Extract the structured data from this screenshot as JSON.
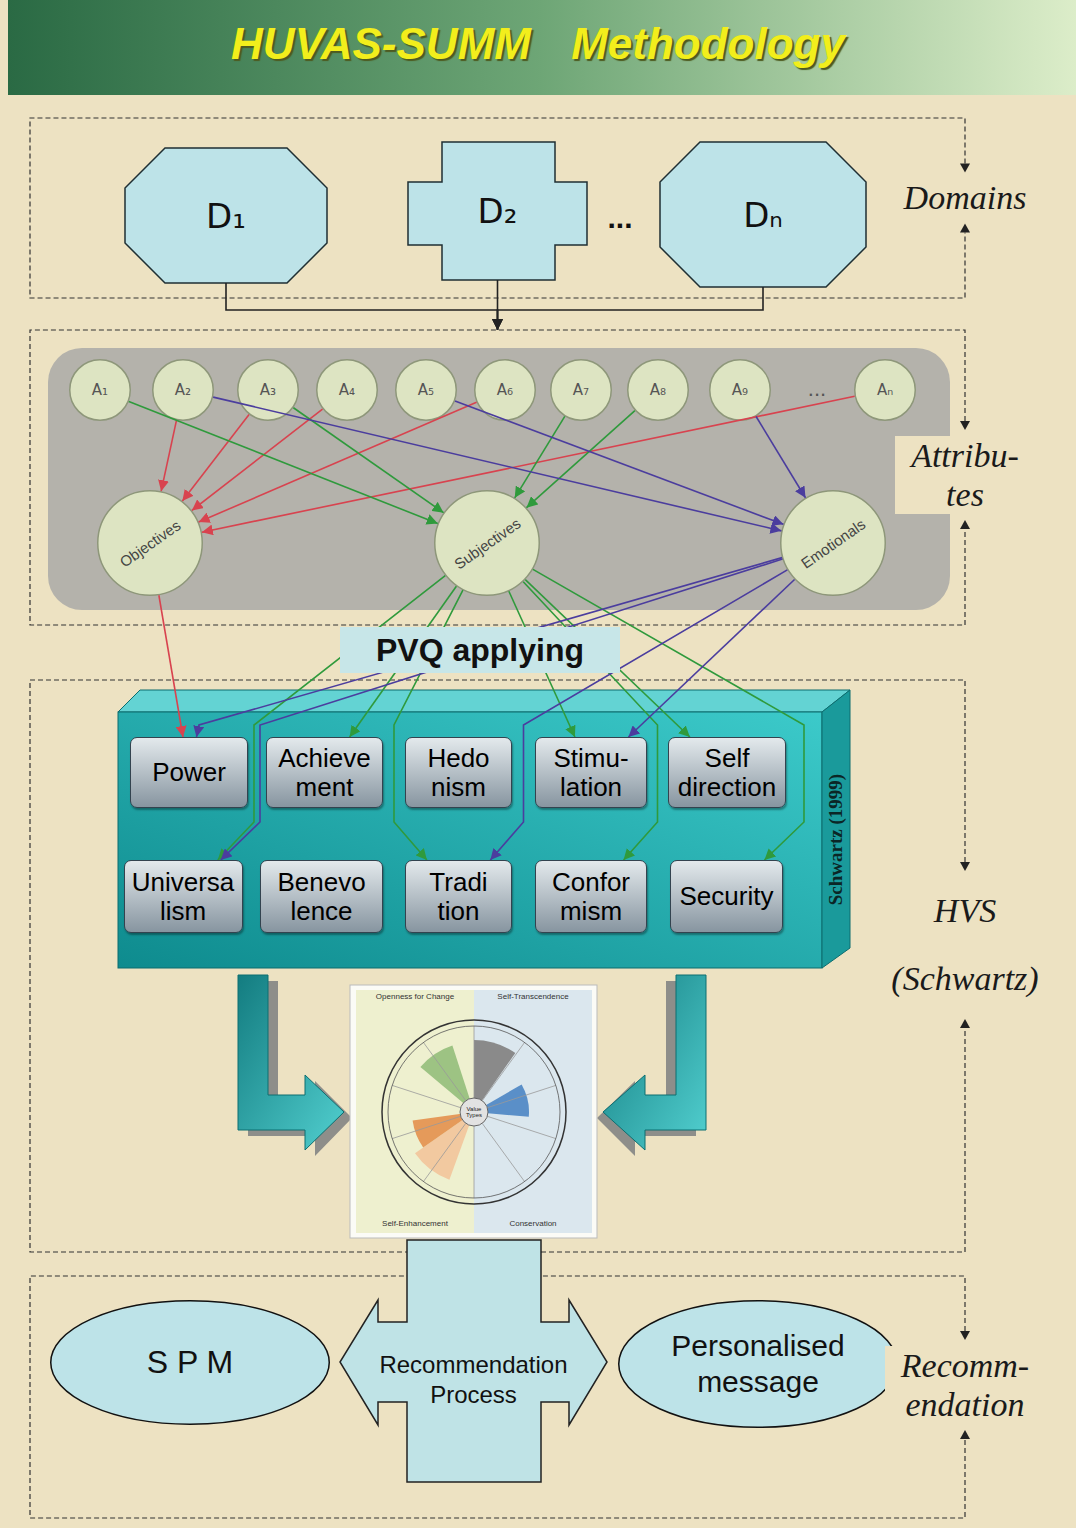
{
  "diagram": {
    "title": "HUVAS-SUMM Methodology",
    "nodes": [
      {
        "text": [
          "Domains"
        ]
      },
      {
        "text": [
          "D₁"
        ],
        "in": 0
      },
      {
        "text": [
          "D₂"
        ],
        "in": 0
      },
      {
        "text": [
          "Dₙ"
        ],
        "in": 0
      },
      {
        "text": [
          "Attribu- tes"
        ]
      },
      {
        "text": [
          "A₁"
        ],
        "in": 4
      },
      {
        "text": [
          "A₂"
        ],
        "in": 4
      },
      {
        "text": [
          "A₃"
        ],
        "in": 4
      },
      {
        "text": [
          "A₄"
        ],
        "in": 4
      },
      {
        "text": [
          "A₅"
        ],
        "in": 4
      },
      {
        "text": [
          "A₆"
        ],
        "in": 4
      },
      {
        "text": [
          "A₇"
        ],
        "in": 4
      },
      {
        "text": [
          "A₈"
        ],
        "in": 4
      },
      {
        "text": [
          "A₉"
        ],
        "in": 4
      },
      {
        "text": [
          "Aₙ"
        ],
        "in": 4
      },
      {
        "text": [
          "Objectives"
        ],
        "in": 4
      },
      {
        "text": [
          "Subjectives"
        ],
        "in": 4
      },
      {
        "text": [
          "Emotionals"
        ],
        "in": 4
      },
      {
        "text": [
          "HVS (Schwartz)"
        ]
      },
      {
        "text": [
          "Schwartz (1999)"
        ],
        "in": 18
      },
      {
        "text": [
          "Power"
        ],
        "in": 19
      },
      {
        "text": [
          "Achieve ment"
        ],
        "in": 19
      },
      {
        "text": [
          "Hedo nism"
        ],
        "in": 19
      },
      {
        "text": [
          "Stimu- lation"
        ],
        "in": 19
      },
      {
        "text": [
          "Self direction"
        ],
        "in": 19
      },
      {
        "text": [
          "Universa lism"
        ],
        "in": 19
      },
      {
        "text": [
          "Benevo lence"
        ],
        "in": 19
      },
      {
        "text": [
          "Tradi tion"
        ],
        "in": 19
      },
      {
        "text": [
          "Confor mism"
        ],
        "in": 19
      },
      {
        "text": [
          "Security"
        ],
        "in": 19
      },
      {
        "text": [
          "Recomm- endation"
        ]
      },
      {
        "text": [
          "S P M"
        ],
        "in": 30
      },
      {
        "text": [
          "Recommendation Process"
        ],
        "in": 30
      },
      {
        "text": [
          "Personalised message"
        ],
        "in": 30
      }
    ],
    "edges": [
      {
        "from": 1,
        "to": 4,
        "arrow": "to"
      },
      {
        "from": 2,
        "to": 4,
        "arrow": "to"
      },
      {
        "from": 3,
        "to": 4,
        "arrow": "to"
      },
      {
        "from": 6,
        "to": 15,
        "arrow": "to"
      },
      {
        "from": 7,
        "to": 15,
        "arrow": "to"
      },
      {
        "from": 8,
        "to": 15,
        "arrow": "to"
      },
      {
        "from": 10,
        "to": 15,
        "arrow": "to"
      },
      {
        "from": 14,
        "to": 15,
        "arrow": "to"
      },
      {
        "from": 5,
        "to": 16,
        "arrow": "to"
      },
      {
        "from": 7,
        "to": 16,
        "arrow": "to"
      },
      {
        "from": 11,
        "to": 16,
        "arrow": "to"
      },
      {
        "from": 12,
        "to": 16,
        "arrow": "to"
      },
      {
        "from": 6,
        "to": 17,
        "arrow": "to"
      },
      {
        "from": 9,
        "to": 17,
        "arrow": "to"
      },
      {
        "from": 13,
        "to": 17,
        "arrow": "to"
      },
      {
        "from": 15,
        "to": 20,
        "arrow": "to"
      },
      {
        "from": 16,
        "to": 21,
        "arrow": "to"
      },
      {
        "from": 16,
        "to": 23,
        "arrow": "to"
      },
      {
        "from": 16,
        "to": 24,
        "arrow": "to"
      },
      {
        "from": 16,
        "to": 25,
        "arrow": "to"
      },
      {
        "from": 16,
        "to": 27,
        "arrow": "to"
      },
      {
        "from": 16,
        "to": 28,
        "arrow": "to"
      },
      {
        "from": 16,
        "to": 29,
        "arrow": "to"
      },
      {
        "from": 17,
        "to": 20,
        "arrow": "to"
      },
      {
        "from": 17,
        "to": 23,
        "arrow": "to"
      },
      {
        "from": 17,
        "to": 25,
        "arrow": "to"
      },
      {
        "from": 17,
        "to": 27,
        "arrow": "to"
      }
    ],
    "labels": [
      "...",
      "...",
      "PVQ applying",
      "Openness for Change",
      "Self-Transcendence",
      "Self-Enhancement",
      "Conservation",
      "Value Types"
    ]
  }
}
